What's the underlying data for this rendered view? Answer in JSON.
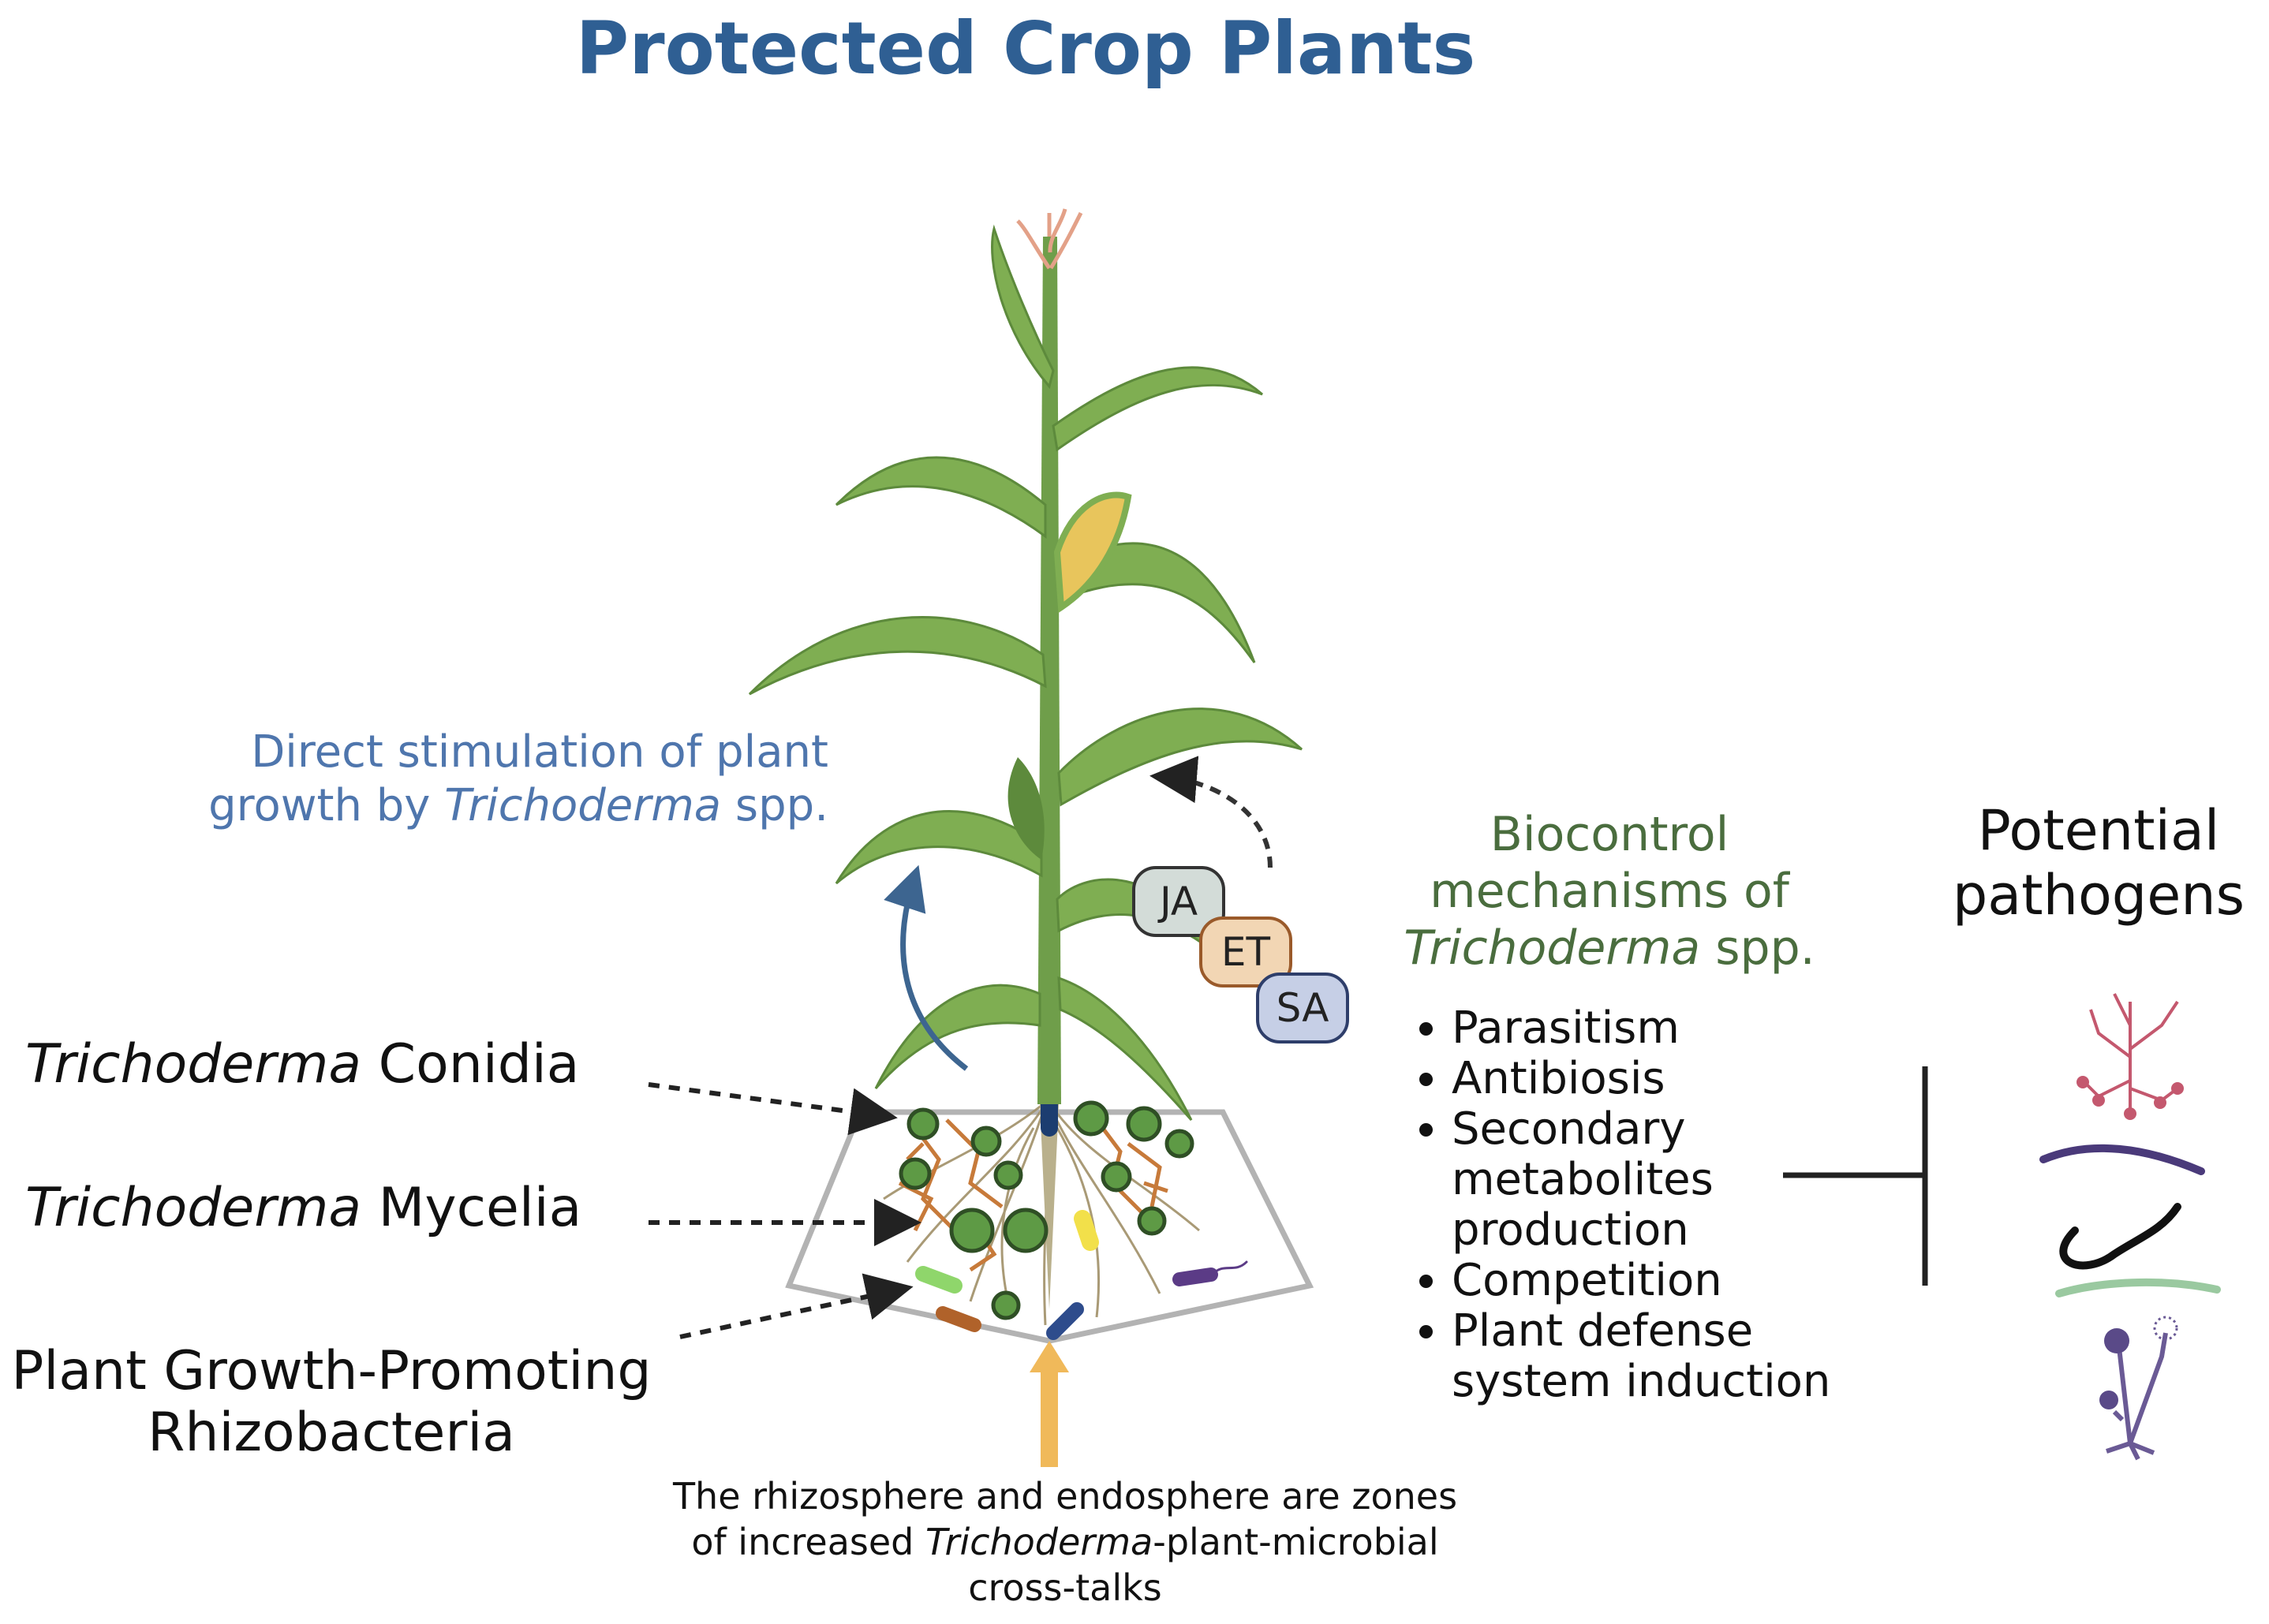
{
  "title": "Protected Crop Plants",
  "direct_stimulation": {
    "line1": "Direct stimulation of plant",
    "line2_prefix": "growth by ",
    "line2_italic": "Trichoderma",
    "line2_suffix": " spp."
  },
  "left_labels": {
    "conidia_italic": "Trichoderma",
    "conidia_rest": " Conidia",
    "mycelia_italic": "Trichoderma",
    "mycelia_rest": " Mycelia",
    "pgpr_line1": "Plant Growth-Promoting",
    "pgpr_line2": "Rhizobacteria"
  },
  "hormones": {
    "ja": "JA",
    "et": "ET",
    "sa": "SA"
  },
  "biocontrol": {
    "line1": "Biocontrol",
    "line2": "mechanisms of",
    "line3_italic": "Trichoderma",
    "line3_suffix": " spp.",
    "mechanisms": [
      "Parasitism",
      "Antibiosis",
      "Secondary metabolites production",
      "Competition",
      "Plant defense system induction"
    ]
  },
  "potential_pathogens": {
    "line1": "Potential",
    "line2": "pathogens"
  },
  "caption": {
    "line1": "The rhizosphere and endosphere are zones",
    "line2_prefix": "of increased ",
    "line2_italic": "Trichoderma",
    "line2_suffix": "-plant-microbial",
    "line3": "cross-talks"
  },
  "colors": {
    "title": "#2f5f93",
    "direct_text": "#4f76ad",
    "biocontrol_text": "#4a6d3e",
    "plant_green": "#6f9e4a",
    "conidia_green": "#5e9a45",
    "hormone_ja": "#d3dcd8",
    "hormone_et": "#f2d6b4",
    "hormone_sa": "#c6cfe6"
  }
}
